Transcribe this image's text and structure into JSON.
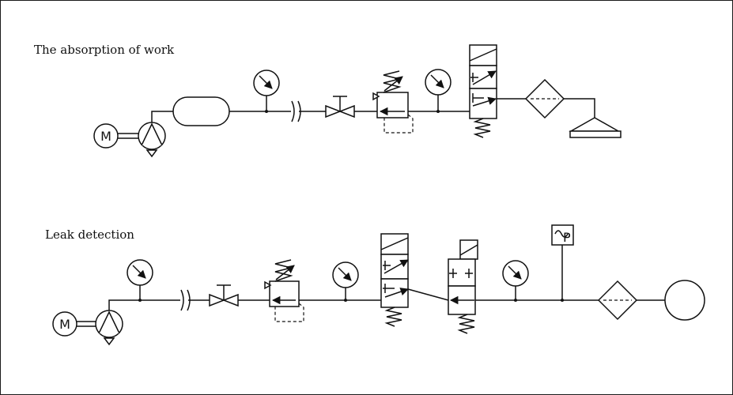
{
  "diagram_1": {
    "title": "The absorption of work",
    "motor_label": "M"
  },
  "diagram_2": {
    "title": "Leak detection",
    "motor_label": "M",
    "switch_label": "P"
  }
}
